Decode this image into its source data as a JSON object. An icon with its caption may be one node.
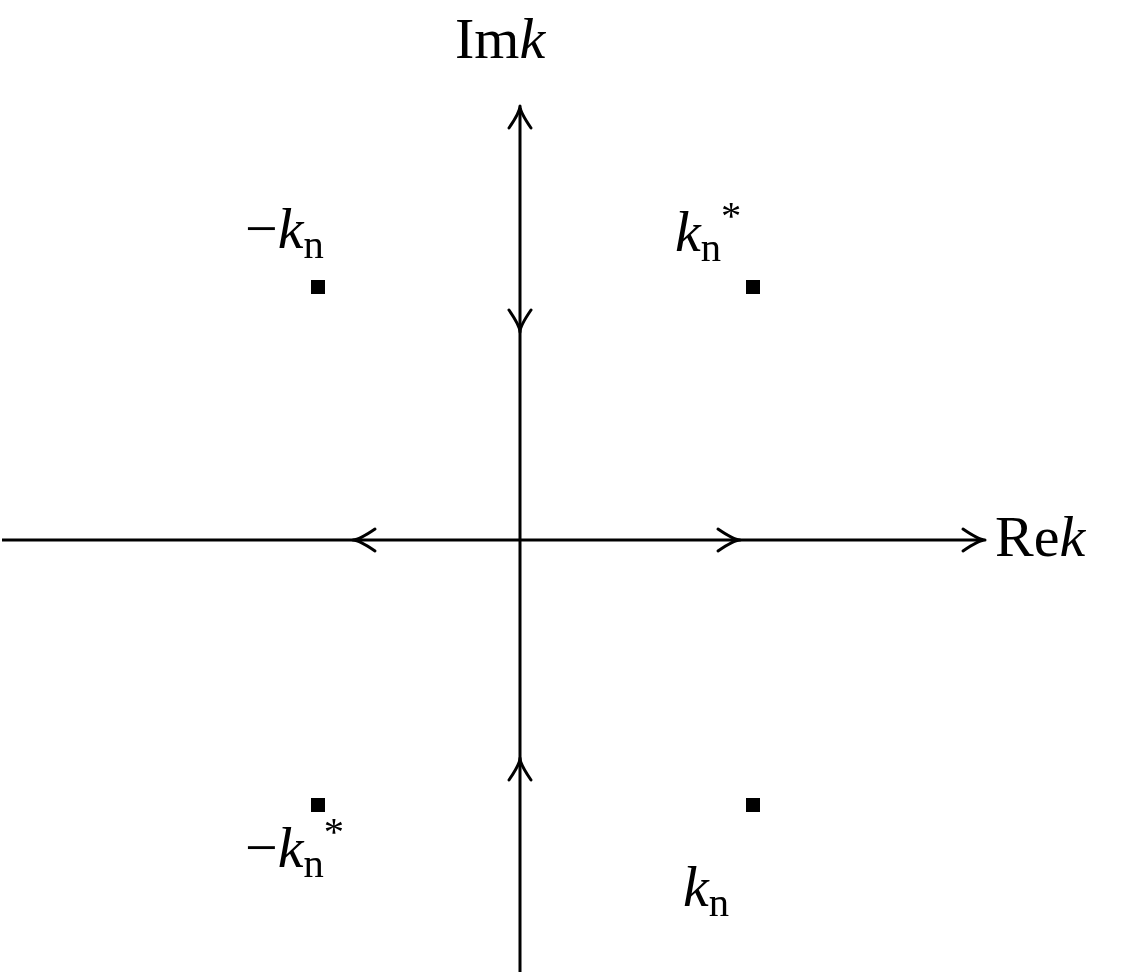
{
  "diagram": {
    "labels": [
      "Imk",
      "−*k*$_{n}$",
      "*k*$_{n}$$^{*}$",
      "Rek",
      "−*k*$_{n}$$^{*}$",
      "*k*$_{n}$"
    ]
  }
}
